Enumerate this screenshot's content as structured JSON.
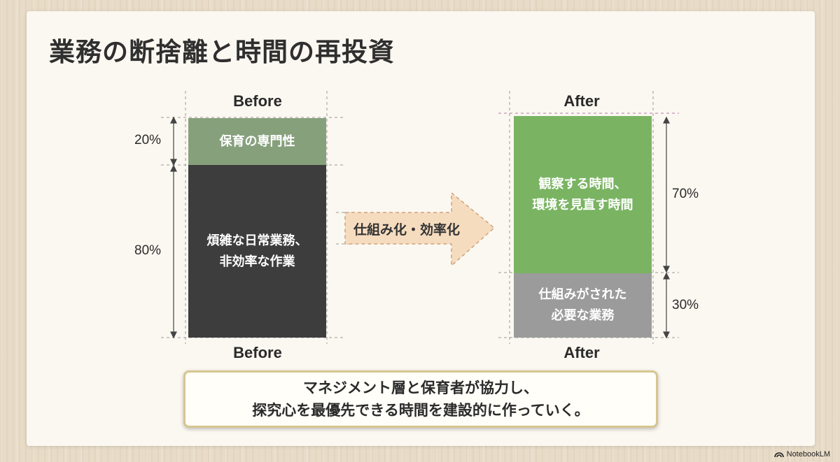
{
  "title": "業務の断捨離と時間の再投資",
  "before": {
    "label_top": "Before",
    "label_bottom": "Before",
    "top_block": "保育の専門性",
    "bottom_block": "煩雑な日常業務、\n非効率な作業",
    "top_pct": "20%",
    "bottom_pct": "80%"
  },
  "arrow": {
    "label": "仕組み化・効率化"
  },
  "after": {
    "label_top": "After",
    "label_bottom": "After",
    "top_block": "観察する時間、\n環境を見直す時間",
    "bottom_block": "仕組みがされた\n必要な業務",
    "top_pct": "70%",
    "bottom_pct": "30%"
  },
  "callout": {
    "line1": "マネジメント層と保育者が協力し、",
    "line2": "探究心を最優先できる時間を建設的に作っていく。"
  },
  "watermark": {
    "text": "NotebookLM"
  },
  "colors": {
    "before_top": "#86a07c",
    "before_bottom": "#3d3d3d",
    "after_top": "#7ab463",
    "after_bottom": "#9b9b9b",
    "arrow_fill": "#f6dcbf",
    "callout_border": "#d6c690"
  },
  "icons": [
    "arrow-right-icon",
    "notebooklm-logo-icon"
  ]
}
